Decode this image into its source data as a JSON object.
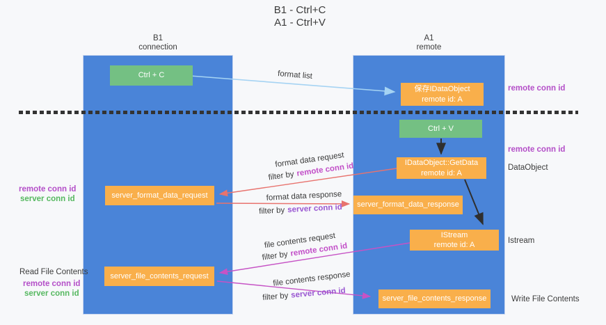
{
  "title": {
    "line1": "B1 - Ctrl+C",
    "line2": "A1 - Ctrl+V"
  },
  "lanes": {
    "left": {
      "title": "B1",
      "subtitle": "connection"
    },
    "right": {
      "title": "A1",
      "subtitle": "remote"
    }
  },
  "nodes": {
    "ctrl_c": {
      "label": "Ctrl + C"
    },
    "ctrl_v": {
      "label": "Ctrl + V"
    },
    "save_idataobject": {
      "line1": "保存IDataObject",
      "line2": "remote id: A"
    },
    "getdata": {
      "line1": "IDataObject::GetData",
      "line2": "remote id: A"
    },
    "istream": {
      "line1": "IStream",
      "line2": "remote id: A"
    },
    "server_format_data_request": {
      "label": "server_format_data_request"
    },
    "server_format_data_response": {
      "label": "server_format_data_response"
    },
    "server_file_contents_request": {
      "label": "server_file_contents_request"
    },
    "server_file_contents_response": {
      "label": "server_file_contents_response"
    }
  },
  "flows": {
    "format_list": {
      "label": "format list"
    },
    "format_data_request": {
      "label": "format data request",
      "filter_prefix": "filter by",
      "filter_key": "remote conn id"
    },
    "format_data_response": {
      "label": "format data response",
      "filter_prefix": "filter by",
      "filter_key": "server conn id"
    },
    "file_contents_request": {
      "label": "file contents request",
      "filter_prefix": "filter by",
      "filter_key": "remote conn id"
    },
    "file_contents_response": {
      "label": "file contents response",
      "filter_prefix": "filter by",
      "filter_key": "server conn id"
    }
  },
  "annotations": {
    "remote_conn_id_top_right": "remote conn id",
    "remote_conn_id_mid_right": "remote conn id",
    "dataobject": "DataObject",
    "istream": "Istream",
    "remote_conn_id_left": "remote conn id",
    "server_conn_id_left": "server conn id",
    "read_file_contents": "Read File Contents",
    "remote_conn_id_bottom_left": "remote conn id",
    "server_conn_id_bottom_left": "server conn id",
    "write_file_contents": "Write File Contents"
  },
  "colors": {
    "lane_blue": "#4a84d8",
    "node_orange": "#f9af4b",
    "node_green": "#74c083",
    "arrow_light_blue": "#a5d3f3",
    "arrow_salmon": "#e8736e",
    "arrow_magenta": "#c653c5",
    "arrow_black": "#2f2f2f",
    "label_purple": "#b44fc8",
    "label_green": "#56b860",
    "text_dark": "#3b3b3b",
    "background": "#f7f8fa"
  }
}
